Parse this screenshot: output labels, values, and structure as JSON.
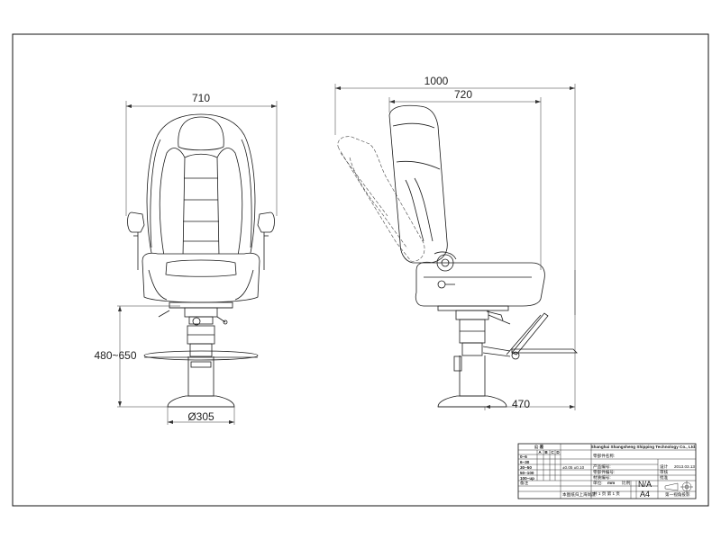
{
  "dimensions": {
    "front_width": "710",
    "overall_depth": "1000",
    "seat_depth": "720",
    "height_range": "480~650",
    "base_diameter": "Ø305",
    "footrest_depth": "470"
  },
  "title_block": {
    "company": "Shanghai Shangsheng Shipping Technology Co., Ltd.",
    "tolerance_header": "公  差",
    "tolerance_cols": [
      "A",
      "B",
      "C",
      "D"
    ],
    "size_rows": [
      "0~6",
      "6~30",
      "30~50",
      "50~100",
      "100~up"
    ],
    "tolerance_value": "±0.05  ±0.10",
    "part_name_label": "零部件名称:",
    "rows_left": [
      "产品编号:",
      "零部件编号:",
      "材质编号:",
      "单位:"
    ],
    "unit_value": "mm",
    "scale_label": "比例",
    "scale_value": "N/A",
    "sheet_info": "共 1 页  第 1 页",
    "paper_size": "A4",
    "designer_label": "设计",
    "date_value": "2013.03.13",
    "review_label": "审核",
    "approve_label": "批准",
    "notes_label": "备注",
    "proj_label": "第一视角投影",
    "bottom_left": "本图纸归上海尚晟"
  }
}
